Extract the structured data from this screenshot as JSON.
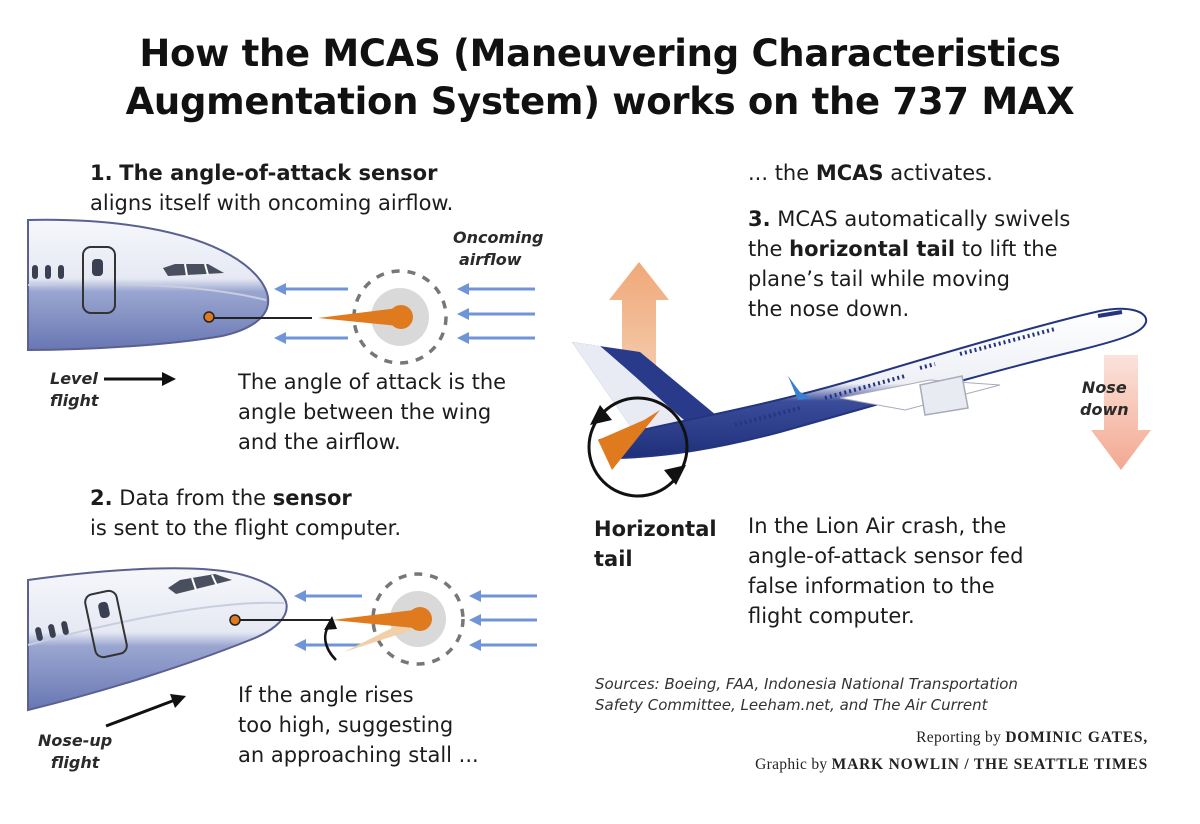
{
  "title_line1": "How the MCAS (Maneuvering Characteristics",
  "title_line2": "Augmentation System) works on the 737 MAX",
  "step1": {
    "number": "1.",
    "bold": "The angle-of-attack sensor",
    "rest": "aligns itself with oncoming airflow."
  },
  "oncoming_airflow": [
    "Oncoming",
    "airflow"
  ],
  "level_flight": [
    "Level",
    "flight"
  ],
  "aoa_explanation": [
    "The angle of attack is the",
    "angle between the wing",
    "and the airflow."
  ],
  "step2": {
    "number": "2.",
    "prefix": "Data from the",
    "bold": "sensor",
    "rest": "is sent to the flight computer."
  },
  "nose_up_flight": [
    "Nose-up",
    "flight"
  ],
  "stall_text": [
    "If the angle rises",
    "too high, suggesting",
    "an approaching stall ..."
  ],
  "mcas_activates": {
    "prefix": "... the",
    "bold": "MCAS",
    "suffix": "activates."
  },
  "step3": {
    "number": "3.",
    "line1": "MCAS automatically swivels",
    "line2_prefix": "the",
    "line2_bold": "horizontal tail",
    "line2_suffix": "to lift the",
    "line3": "plane’s tail while moving",
    "line4": "the nose down."
  },
  "nose_down": [
    "Nose",
    "down"
  ],
  "horizontal_tail": [
    "Horizontal",
    "tail"
  ],
  "lion_air": [
    "In the Lion Air crash, the",
    "angle-of-attack sensor fed",
    "false information to the",
    "flight computer."
  ],
  "sources": [
    "Sources: Boeing, FAA, Indonesia National Transportation",
    "Safety Committee, Leeham.net, and The Air Current"
  ],
  "credit": {
    "line1_prefix": "Reporting by",
    "line1_name": "DOMINIC GATES,",
    "line2_prefix": "Graphic by",
    "line2_name": "MARK NOWLIN / THE SEATTLE TIMES"
  },
  "colors": {
    "fuselage_blue": "#8a97c8",
    "fuselage_dark": "#24347f",
    "arrow_blue": "#6f95d8",
    "sensor_orange": "#e07a1f",
    "up_arrow": "#f2c3a0",
    "down_arrow": "#f4b8a8"
  }
}
